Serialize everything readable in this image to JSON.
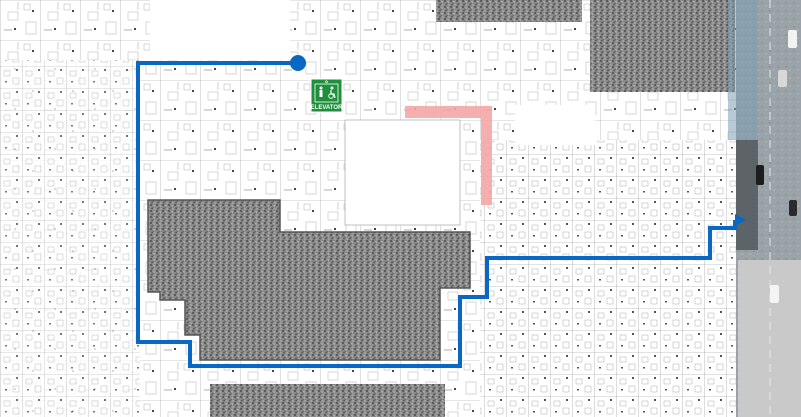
{
  "map": {
    "type": "indoor floor plan with wayfinding route",
    "elevator_sign": {
      "label": "ELEVATOR",
      "icon": "elevator-accessible-icon",
      "color": "#1f8f3c"
    },
    "route": {
      "color": "#0a68c4",
      "start_marker": "current-location-dot",
      "end": "exit-arrow-right"
    },
    "highlight_corridor_color": "#f4a6a6",
    "textured_roof_color": "#6b6b6b",
    "street_photo": "aerial-street-view"
  }
}
